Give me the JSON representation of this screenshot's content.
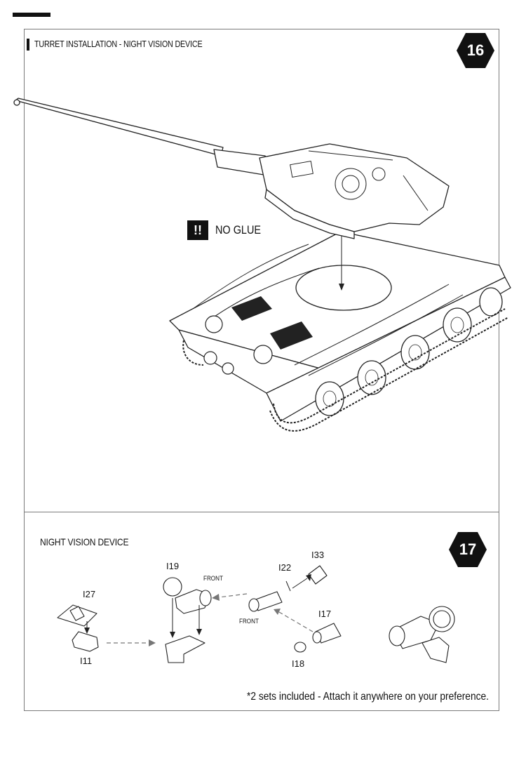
{
  "step16": {
    "number": "16",
    "title": "TURRET INSTALLATION - NIGHT VISION DEVICE",
    "warning_icon": "!!",
    "warning_text": "NO GLUE"
  },
  "step17": {
    "number": "17",
    "title": "NIGHT  VISION DEVICE",
    "parts": {
      "i27": "I27",
      "i11": "I11",
      "i19": "I19",
      "i22": "I22",
      "i33": "I33",
      "i17": "I17",
      "i18": "I18"
    },
    "front_label_1": "FRONT",
    "front_label_2": "FRONT",
    "footnote": "*2 sets included - Attach it anywhere on your preference."
  },
  "colors": {
    "badge": "#111111",
    "line": "#222222",
    "frame": "#7a7a7a"
  },
  "icons": {
    "warning": "double-exclamation-icon",
    "badge_shape": "hexagon"
  }
}
